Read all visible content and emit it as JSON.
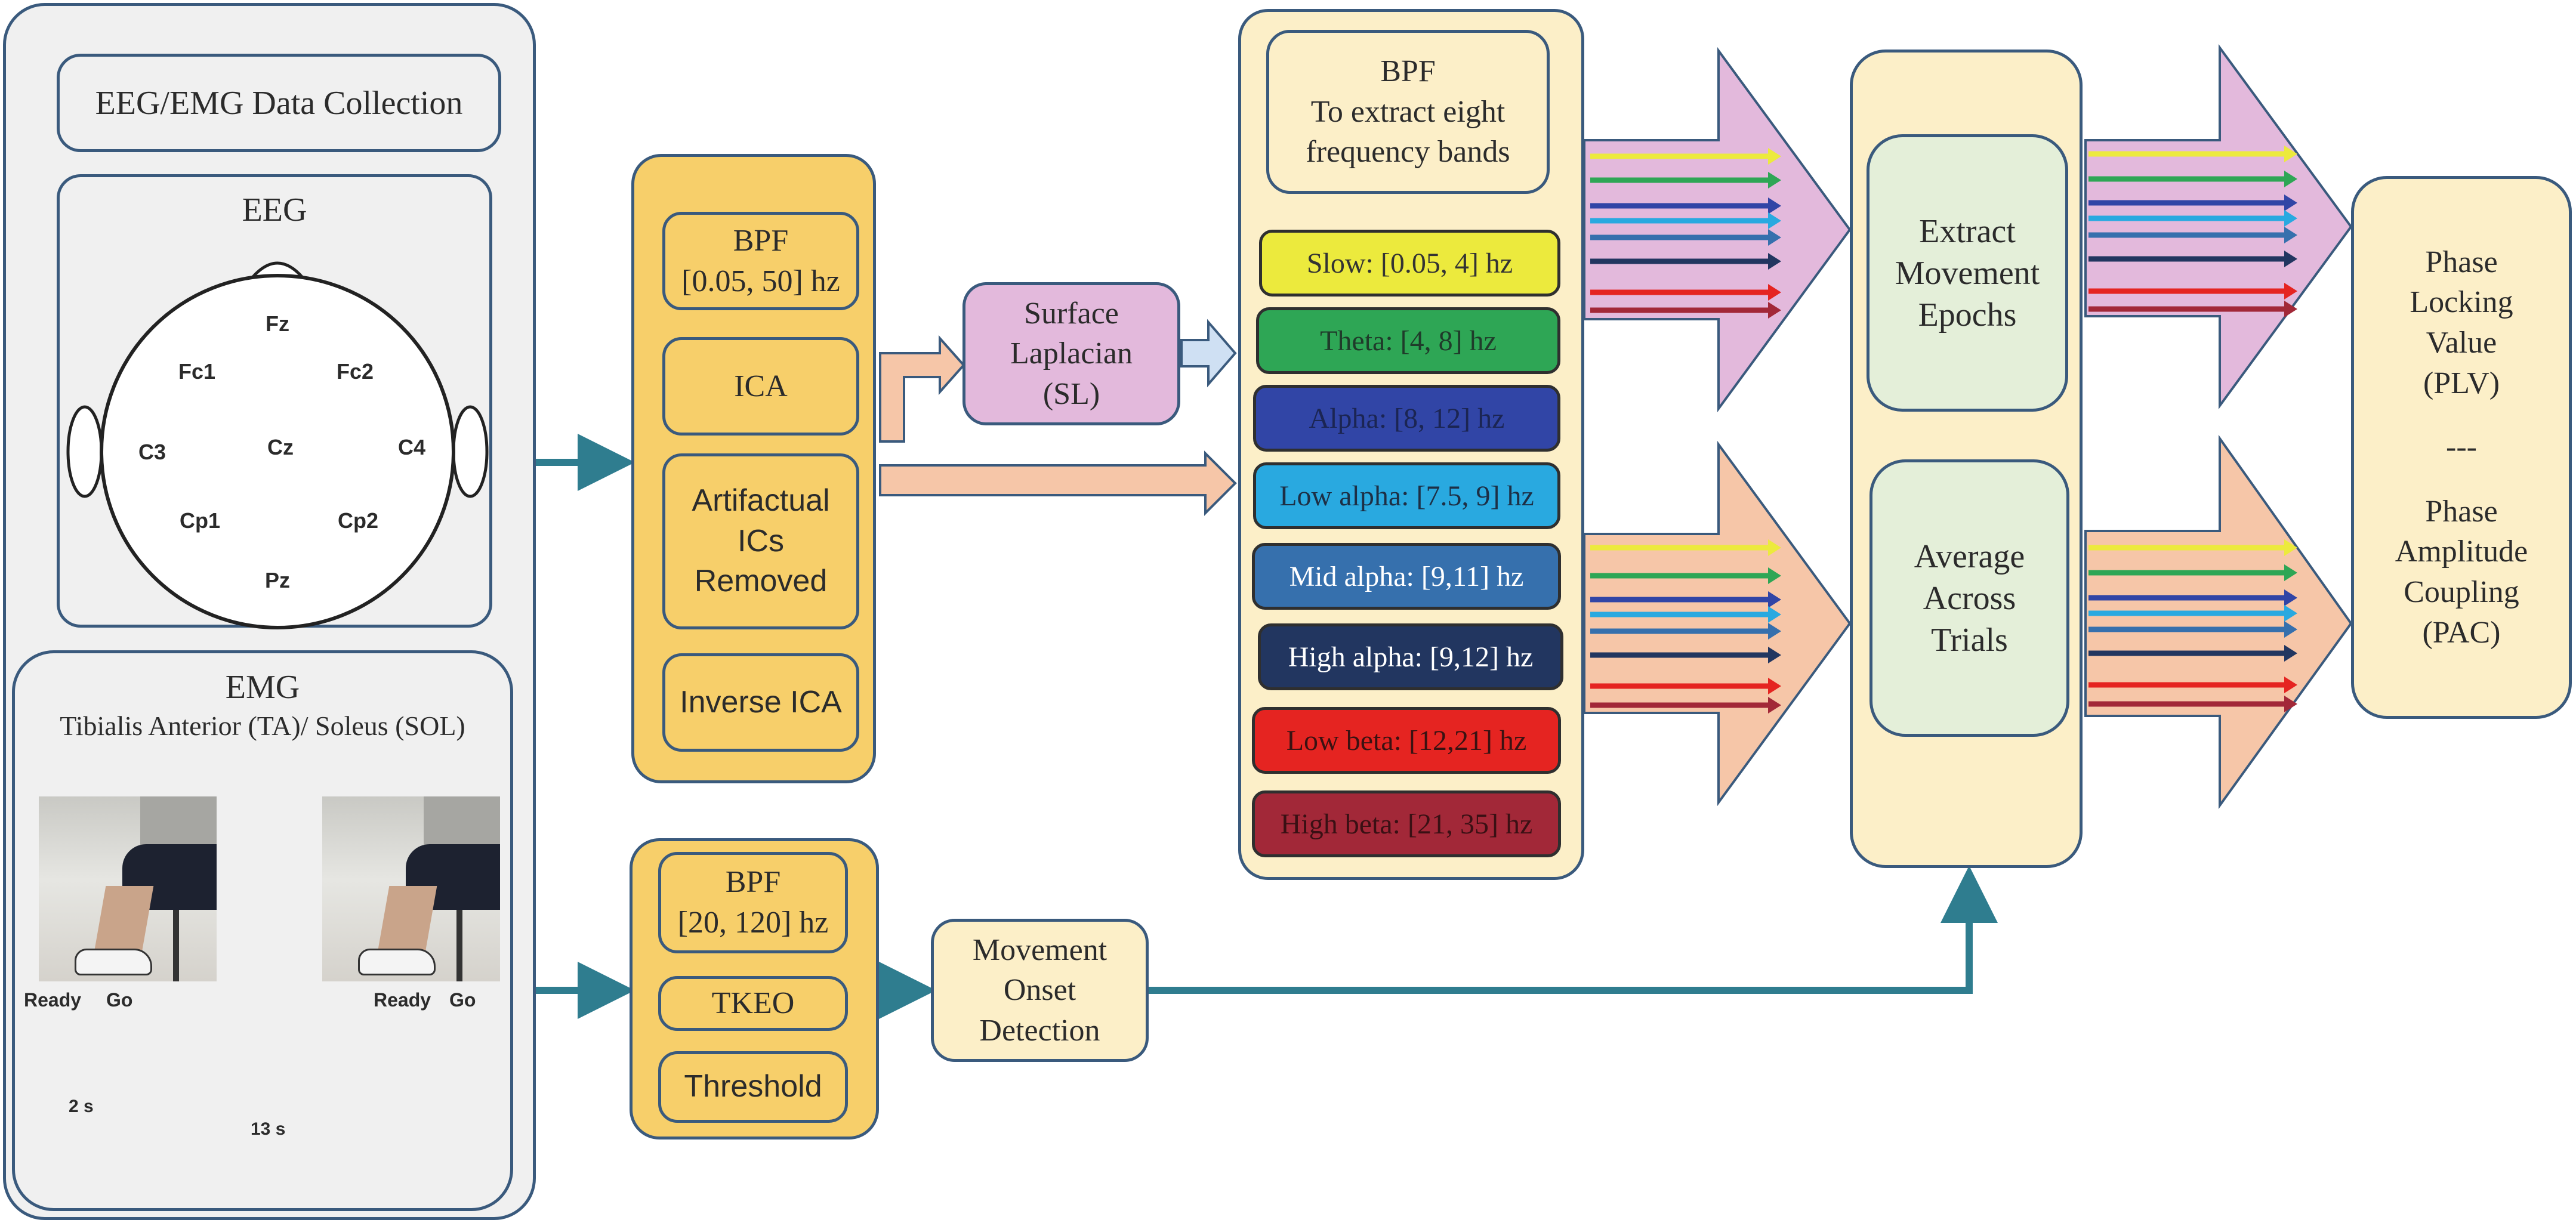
{
  "left_panel": {
    "title": "EEG/EMG Data Collection",
    "eeg": {
      "title": "EEG",
      "electrodes": [
        "Fz",
        "Fc1",
        "Fc2",
        "C3",
        "Cz",
        "C4",
        "Cp1",
        "Cp2",
        "Pz"
      ]
    },
    "emg": {
      "title": "EMG",
      "subtitle": "Tibialis Anterior (TA)/ Soleus (SOL)",
      "timeline": {
        "ready": "Ready",
        "go": "Go",
        "gap_short": "2 s",
        "gap_long": "13 s"
      }
    }
  },
  "eeg_pipeline": {
    "steps": [
      "BPF\n[0.05, 50] hz",
      "ICA",
      "Artifactual\nICs\nRemoved",
      "Inverse ICA"
    ]
  },
  "emg_pipeline": {
    "steps": [
      "BPF\n[20, 120] hz",
      "TKEO",
      "Threshold"
    ]
  },
  "surface_laplacian": "Surface\nLaplacian\n(SL)",
  "movement_onset": "Movement\nOnset\nDetection",
  "bands_panel": {
    "title": "BPF\nTo extract eight\nfrequency bands",
    "bands": [
      {
        "label": "Slow: [0.05, 4] hz",
        "color": "#ecea3d",
        "text_color": "#333333"
      },
      {
        "label": "Theta: [4, 8] hz",
        "color": "#2ea655",
        "text_color": "#1f3b2a"
      },
      {
        "label": "Alpha: [8, 12] hz",
        "color": "#3145a6",
        "text_color": "#1b2553"
      },
      {
        "label": "Low alpha: [7.5, 9] hz",
        "color": "#29a9e0",
        "text_color": "#1d2f45"
      },
      {
        "label": "Mid alpha: [9,11] hz",
        "color": "#3670ad",
        "text_color": "#ffffff"
      },
      {
        "label": "High alpha: [9,12] hz",
        "color": "#223660",
        "text_color": "#ffffff"
      },
      {
        "label": "Low beta: [12,21] hz",
        "color": "#e52421",
        "text_color": "#3a1212"
      },
      {
        "label": "High beta: [21, 35] hz",
        "color": "#a22838",
        "text_color": "#3a1014"
      }
    ]
  },
  "epochs_panel": {
    "extract": "Extract\nMovement\nEpochs",
    "average": "Average\nAcross\nTrials"
  },
  "output_panel": {
    "plv": "Phase\nLocking\nValue\n(PLV)",
    "separator": "---",
    "pac": "Phase\nAmplitude\nCoupling\n(PAC)"
  },
  "colors": {
    "panel_border": "#3a5a7d",
    "connector": "#2f7d8f",
    "pipeline_fill": "#f7cf6a",
    "cream_fill": "#fcefc8",
    "pink_arrow": "#e3b9dc",
    "peach_arrow": "#f6c6a8"
  }
}
